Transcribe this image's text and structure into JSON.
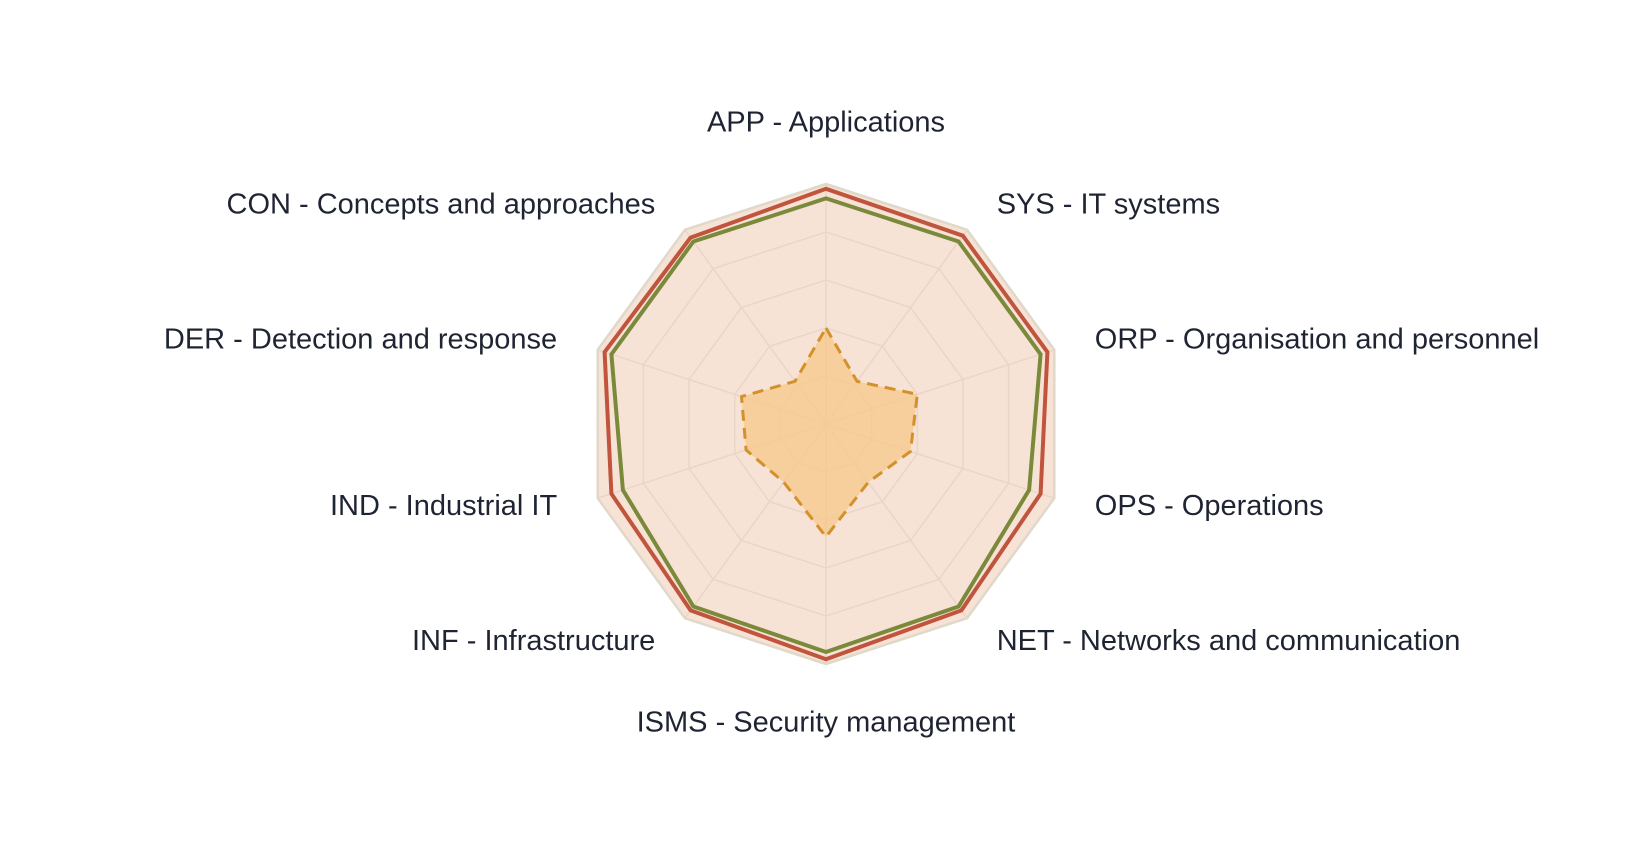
{
  "chart_data": {
    "type": "radar",
    "categories": [
      "APP - Applications",
      "SYS - IT systems",
      "ORP - Organisation and personnel",
      "OPS - Operations",
      "NET - Networks and communication",
      "ISMS - Security management",
      "INF - Infrastructure",
      "IND - Industrial IT",
      "DER - Detection and response",
      "CON - Concepts and approaches"
    ],
    "scale": {
      "min": 0,
      "max": 100,
      "grid_levels": 5,
      "grid": true
    },
    "series": [
      {
        "values": [
          100,
          100,
          100,
          100,
          100,
          100,
          100,
          100,
          100,
          100
        ],
        "color": "#e0d8c8",
        "style": "solid",
        "fill": "#f7e2d6"
      },
      {
        "values": [
          98,
          97,
          97,
          94,
          96,
          98,
          96,
          94,
          97,
          96
        ],
        "color": "#c0543d",
        "style": "solid",
        "fill": "none"
      },
      {
        "values": [
          94,
          94,
          94,
          89,
          94,
          95,
          94,
          89,
          94,
          94
        ],
        "color": "#7a8a3a",
        "style": "solid",
        "fill": "none"
      },
      {
        "values": [
          40,
          22,
          40,
          37,
          30,
          47,
          30,
          35,
          37,
          22
        ],
        "color": "#d4912a",
        "style": "dashed",
        "fill": "#f6c88a"
      }
    ]
  }
}
